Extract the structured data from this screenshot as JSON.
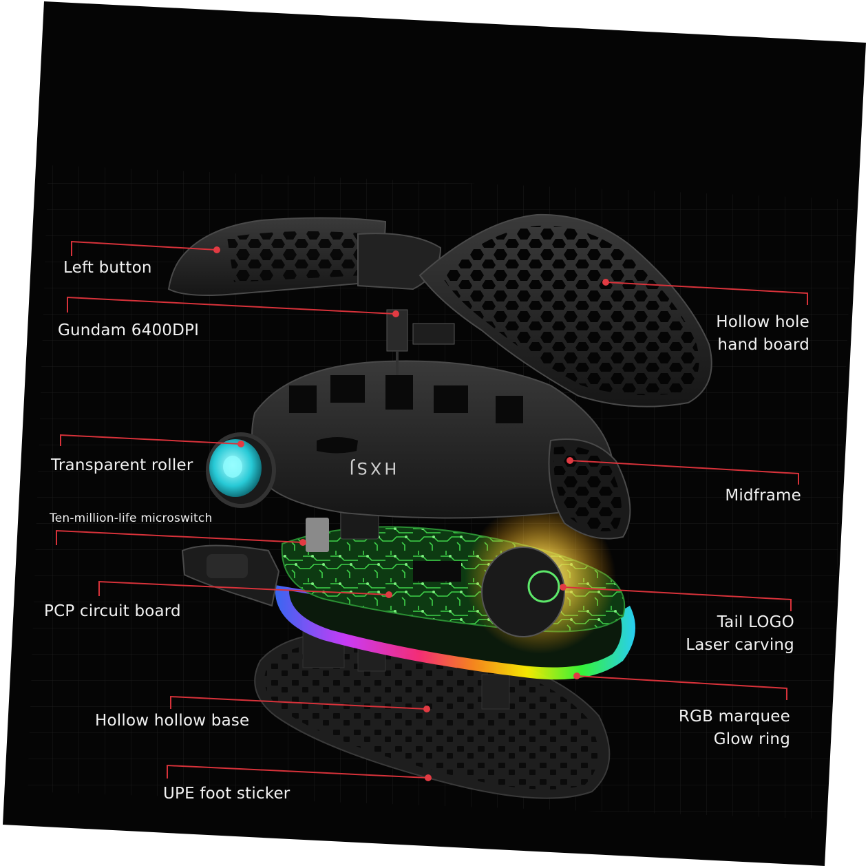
{
  "labels": {
    "left_button": "Left button",
    "sensor": "Gundam 6400DPI",
    "shell_line1": "Hollow hole",
    "shell_line2": "hand board",
    "roller": "Transparent roller",
    "midframe": "Midframe",
    "microswitch": "Ten-million-life microswitch",
    "pcb": "PCP circuit board",
    "logo_line1": "Tail LOGO",
    "logo_line2": "Laser carving",
    "base": "Hollow hollow base",
    "rgb_line1": "RGB marquee",
    "rgb_line2": "Glow ring",
    "foot": "UPE foot sticker"
  },
  "brand": "HXSJ",
  "colors": {
    "background": "#050505",
    "leader_line": "#d8323a",
    "label_text": "#f2f2f2",
    "grid": "#1d1d1d"
  },
  "icons": [
    "honeycomb-shell-icon",
    "scroll-wheel-icon",
    "circuit-board-icon",
    "rgb-ring-icon"
  ]
}
